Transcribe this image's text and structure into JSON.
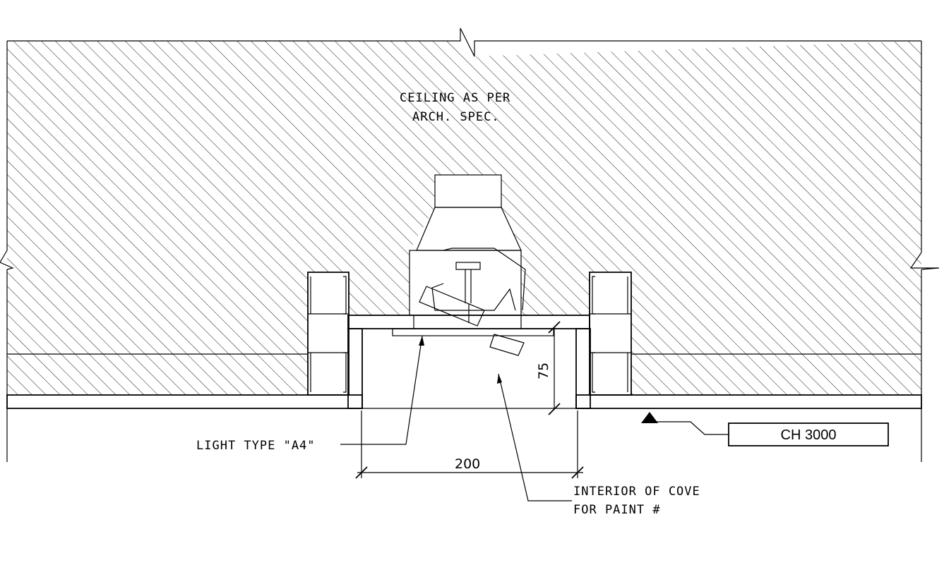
{
  "drawing": {
    "ceiling_note_line1": "CEILING AS PER",
    "ceiling_note_line2": "ARCH. SPEC.",
    "light_label": "LIGHT TYPE \"A4\"",
    "interior_note_line1": "INTERIOR OF COVE",
    "interior_note_line2": "FOR PAINT #",
    "dim_width": "200",
    "dim_depth": "75",
    "ceiling_height_tag": "CH 3000"
  }
}
